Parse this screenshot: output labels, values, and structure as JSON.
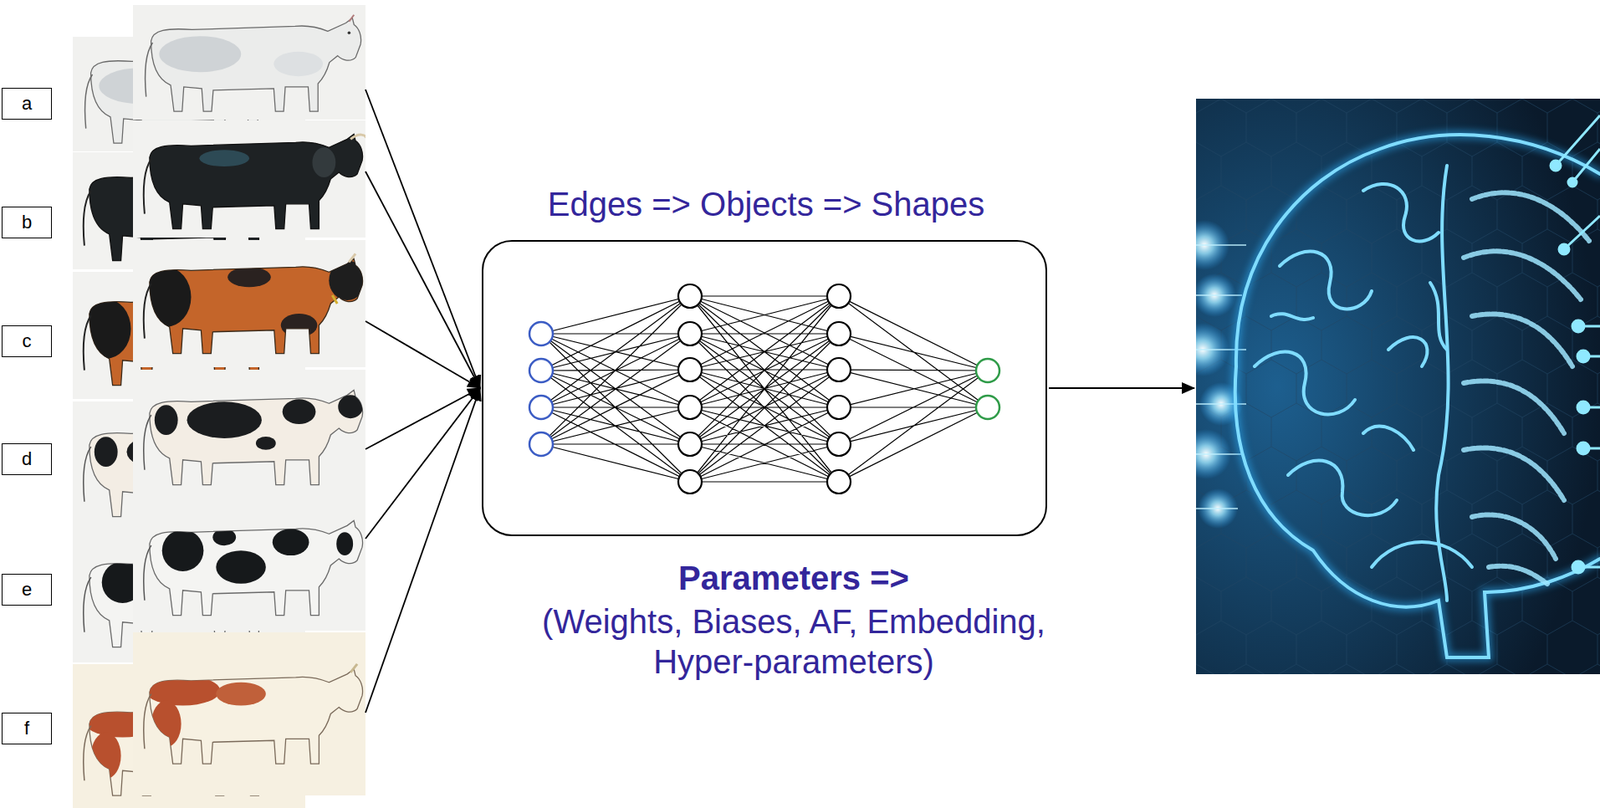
{
  "diagram": {
    "nodes": [
      {
        "text": [
          "a"
        ]
      },
      {
        "text": [
          "b"
        ]
      },
      {
        "text": [
          "c"
        ]
      },
      {
        "text": [
          "d"
        ]
      },
      {
        "text": [
          "e"
        ]
      },
      {
        "text": [
          "f"
        ]
      },
      {
        "text": [
          "Edges => Objects => Shapes",
          "Parameters =>",
          "(Weights, Biases, AF, Embedding, Hyper-parameters)"
        ]
      }
    ]
  }
}
